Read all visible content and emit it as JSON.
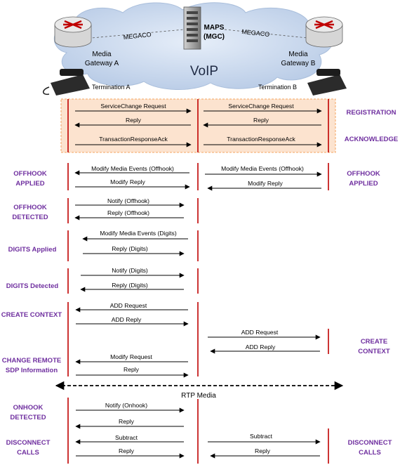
{
  "header": {
    "cloud_label": "VoIP",
    "server": {
      "line1": "MAPS",
      "line2": "(MGC)"
    },
    "megaco_left": "MEGACO",
    "megaco_right": "MEGACO",
    "gateway_a": {
      "line1": "Media",
      "line2": "Gateway A"
    },
    "gateway_b": {
      "line1": "Media",
      "line2": "Gateway B"
    },
    "termination_a": "Termination A",
    "termination_b": "Termination B"
  },
  "phases": {
    "registration": "REGISTRATION",
    "acknowledge": "ACKNOWLEDGE",
    "offhook_applied_left": {
      "line1": "OFFHOOK",
      "line2": "APPLIED"
    },
    "offhook_applied_right": {
      "line1": "OFFHOOK",
      "line2": "APPLIED"
    },
    "offhook_detected": {
      "line1": "OFFHOOK",
      "line2": "DETECTED"
    },
    "digits_applied": "DIGITS Applied",
    "digits_detected": "DIGITS Detected",
    "create_context_left": "CREATE CONTEXT",
    "create_context_right": {
      "line1": "CREATE",
      "line2": "CONTEXT"
    },
    "change_remote": {
      "line1": "CHANGE REMOTE",
      "line2": "SDP Information"
    },
    "onhook_detected": {
      "line1": "ONHOOK",
      "line2": "DETECTED"
    },
    "disconnect_left": {
      "line1": "DISCONNECT",
      "line2": "CALLS"
    },
    "disconnect_right": {
      "line1": "DISCONNECT",
      "line2": "CALLS"
    }
  },
  "messages": {
    "svc_change_a": "ServiceChange Request",
    "svc_change_b": "ServiceChange Request",
    "reply_reg_a": "Reply",
    "reply_reg_b": "Reply",
    "tra_a": "TransactionResponseAck",
    "tra_b": "TransactionResponseAck",
    "mod_offhook_a": "Modify Media Events (Offhook)",
    "mod_offhook_b": "Modify Media Events (Offhook)",
    "mod_reply_a": "Modify Reply",
    "mod_reply_b": "Modify Reply",
    "notify_offhook": "Notify (Offhook)",
    "reply_offhook": "Reply (Offhook)",
    "mod_digits": "Modify Media Events (Digits)",
    "reply_digits_1": "Reply (Digits)",
    "notify_digits": "Notify (Digits)",
    "reply_digits_2": "Reply (Digits)",
    "add_request_a": "ADD Request",
    "add_reply_a": "ADD Reply",
    "add_request_b": "ADD Request",
    "add_reply_b": "ADD Reply",
    "modify_request": "Modify Request",
    "reply_modify": "Reply",
    "rtp_media": "RTP Media",
    "notify_onhook": "Notify (Onhook)",
    "reply_onhook": "Reply",
    "subtract_a": "Subtract",
    "subtract_b": "Subtract",
    "reply_sub_a": "Reply",
    "reply_sub_b": "Reply"
  },
  "colors": {
    "phase_text": "#6f2f9f",
    "lifeline": "#c00000",
    "box_fill": "#fce3cf",
    "box_border": "#f4a460",
    "cloud": "#c6d9f1",
    "router": "#4a86c5"
  }
}
